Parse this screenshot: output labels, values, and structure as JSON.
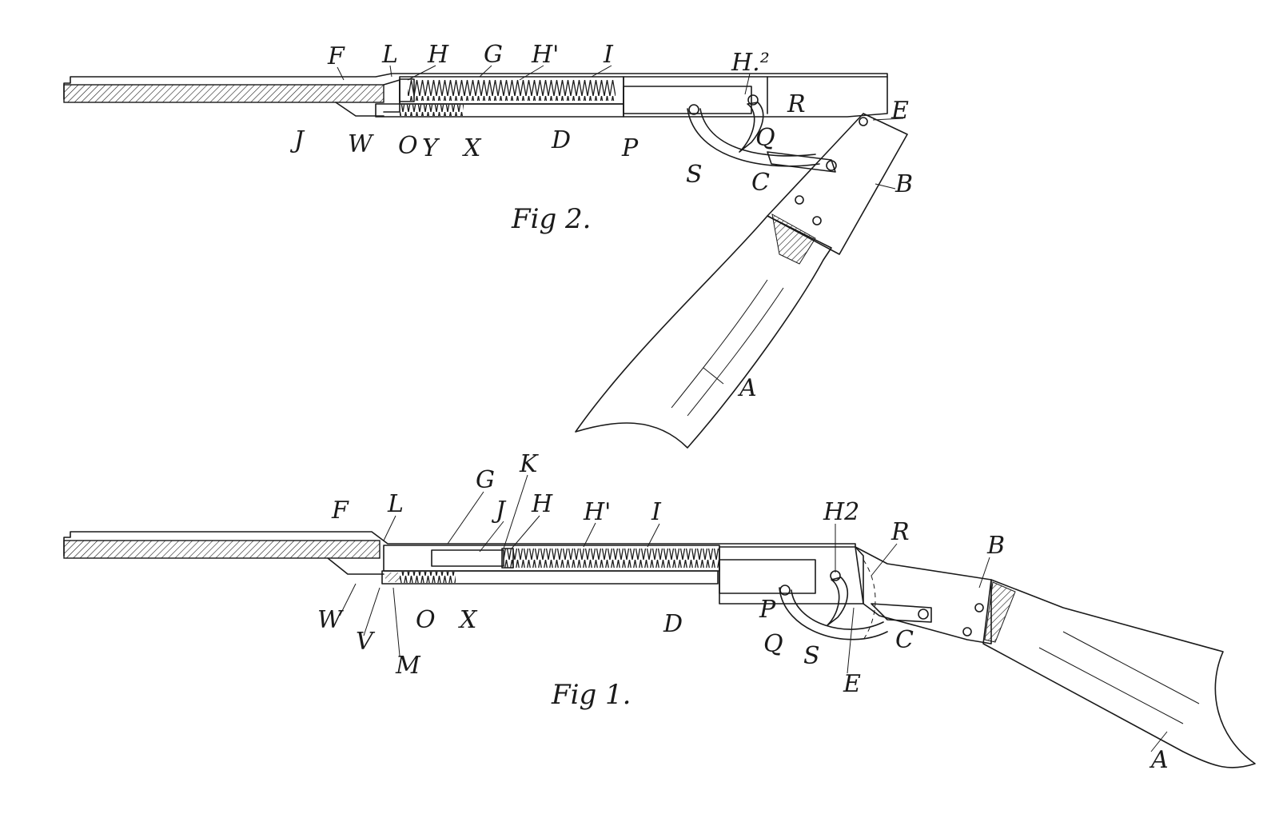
{
  "figures": [
    {
      "caption": "Fig 2.",
      "labels": [
        "F",
        "L",
        "H",
        "G",
        "H'",
        "I",
        "H.²",
        "R",
        "E",
        "J",
        "W",
        "O",
        "Y",
        "X",
        "D",
        "P",
        "Q",
        "S",
        "C",
        "B",
        "A"
      ]
    },
    {
      "caption": "Fig 1.",
      "labels": [
        "F",
        "L",
        "G",
        "K",
        "J",
        "H",
        "H'",
        "I",
        "H2",
        "R",
        "B",
        "W",
        "V",
        "M",
        "O",
        "X",
        "D",
        "P",
        "Q",
        "S",
        "E",
        "C",
        "A"
      ]
    }
  ],
  "colors": {
    "ink": "#1a1a1a",
    "paper": "#ffffff"
  }
}
